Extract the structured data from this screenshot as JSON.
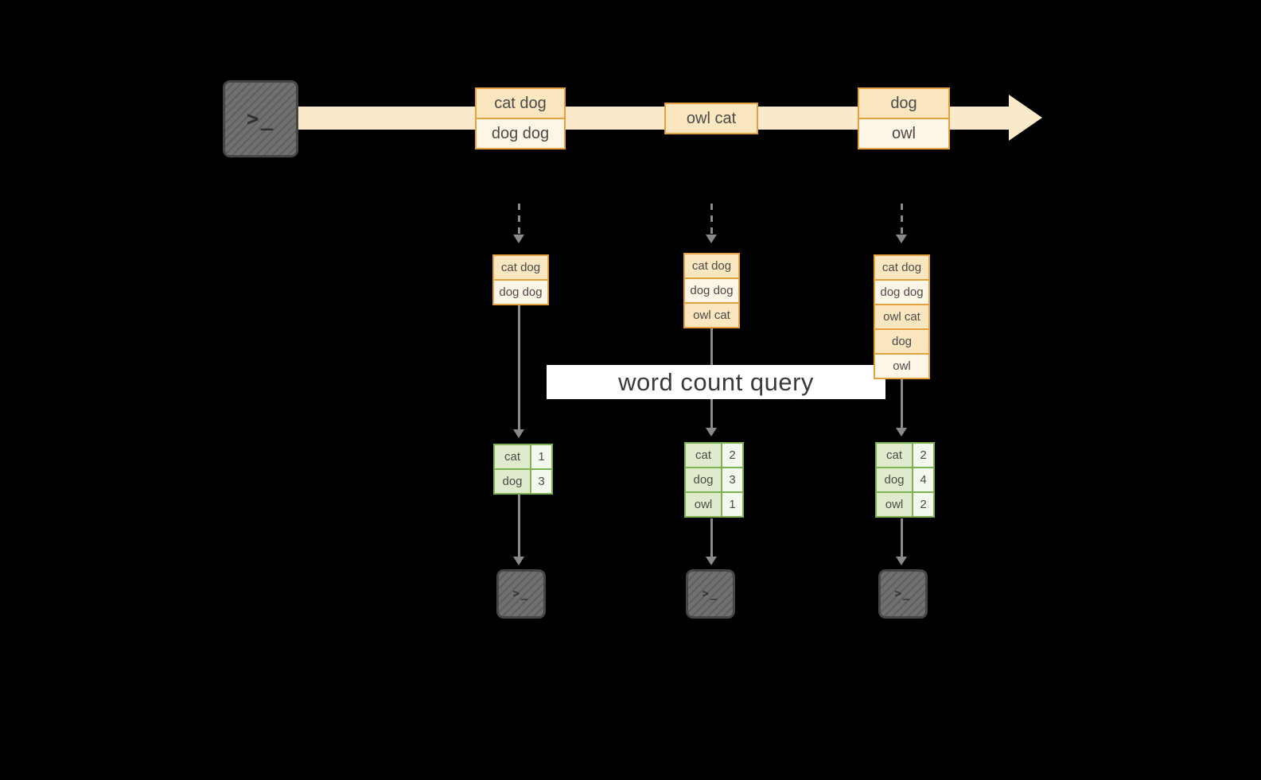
{
  "colors": {
    "background": "#000000",
    "timeline_fill": "#FAEACB",
    "orange_border": "#E3A23F",
    "cell_dark": "#FAE7C0",
    "cell_light": "#FDF5E6",
    "green_border": "#7DB152",
    "green_cell": "#DFEBCC",
    "count_cell": "#F3F8EC",
    "arrow_gray": "#8A8A8A",
    "query_band": "#FFFFFF",
    "text_dark": "#4A4A4A",
    "terminal_gray": "#707070"
  },
  "icons": {
    "terminal_glyph": ">_"
  },
  "query": {
    "label": "word count query"
  },
  "timeline": {
    "batches": [
      {
        "lines": [
          "cat dog",
          "dog dog"
        ]
      },
      {
        "lines": [
          "owl cat"
        ]
      },
      {
        "lines": [
          "dog",
          "owl"
        ]
      }
    ]
  },
  "columns": [
    {
      "input_rows": [
        "cat dog",
        "dog dog"
      ],
      "results": [
        {
          "word": "cat",
          "count": "1"
        },
        {
          "word": "dog",
          "count": "3"
        }
      ]
    },
    {
      "input_rows": [
        "cat dog",
        "dog dog",
        "owl cat"
      ],
      "results": [
        {
          "word": "cat",
          "count": "2"
        },
        {
          "word": "dog",
          "count": "3"
        },
        {
          "word": "owl",
          "count": "1"
        }
      ]
    },
    {
      "input_rows": [
        "cat dog",
        "dog dog",
        "owl cat",
        "dog",
        "owl"
      ],
      "results": [
        {
          "word": "cat",
          "count": "2"
        },
        {
          "word": "dog",
          "count": "4"
        },
        {
          "word": "owl",
          "count": "2"
        }
      ]
    }
  ]
}
